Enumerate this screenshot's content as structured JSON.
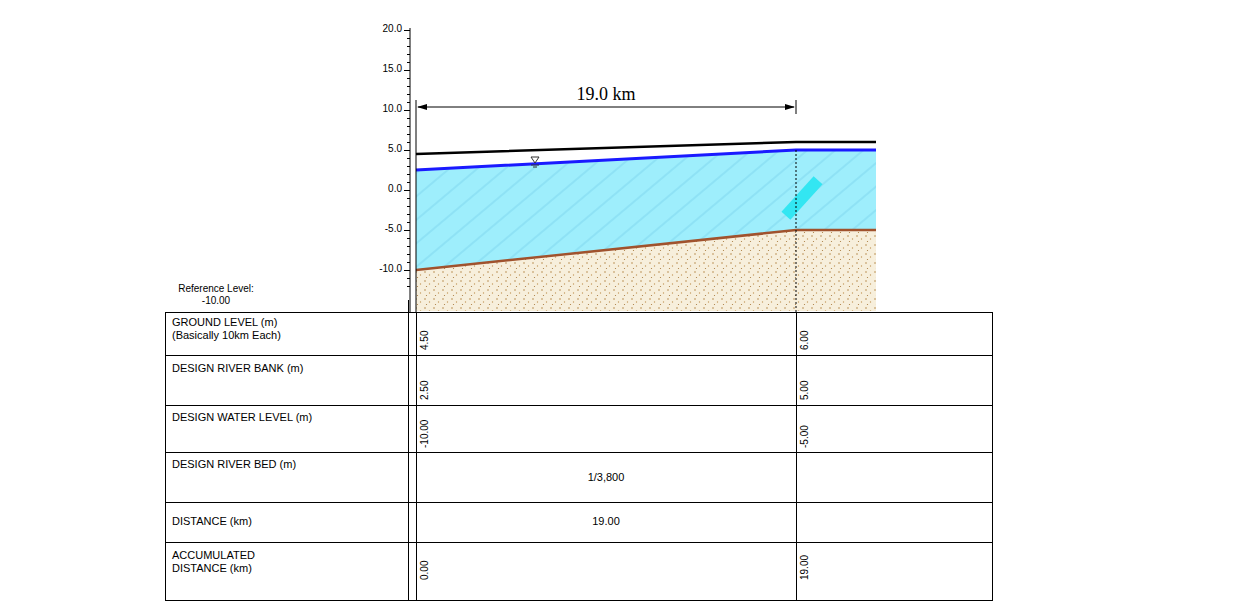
{
  "diagram": {
    "labels": [
      "20.0",
      "15.0",
      "10.0",
      "5.0",
      "0.0",
      "-5.0",
      "-10.0",
      "19.0 km",
      "Reference Level: -10.00",
      "GROUND LEVEL (m) (Basically 10km Each)",
      "DESIGN RIVER BANK (m)",
      "4.50",
      "6.00",
      "DESIGN WATER LEVEL (m)",
      "2.50",
      "5.00",
      "DESIGN RIVER BED (m)",
      "-10.00",
      "1/3,800",
      "-5.00",
      "DISTANCE (km)",
      "19.00",
      "ACCUMULATED DISTANCE (km)",
      "0.00",
      "19.00"
    ]
  }
}
